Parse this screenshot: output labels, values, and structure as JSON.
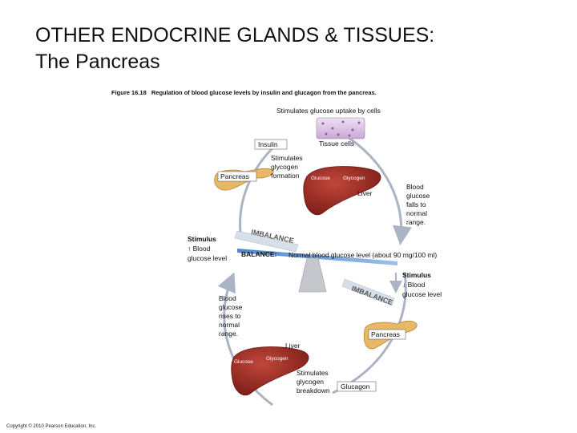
{
  "slide": {
    "title_line1": "OTHER ENDOCRINE GLANDS & TISSUES:",
    "title_line2": "The Pancreas",
    "copyright": "Copyright © 2010 Pearson Education, Inc."
  },
  "figure": {
    "caption_num": "Figure 16.18",
    "caption_text": "Regulation of blood glucose levels by insulin and glucagon from the pancreas.",
    "top_label": "Stimulates glucose uptake by cells",
    "tissue_cells": "Tissue cells",
    "insulin": "Insulin",
    "pancreas_top": "Pancreas",
    "glycogen_formation": [
      "Stimulates",
      "glycogen",
      "formation"
    ],
    "liver_top": "Liver",
    "liver_top_glucose": "Glucose",
    "liver_top_glycogen": "Glycogen",
    "falls": [
      "Blood",
      "glucose",
      "falls to",
      "normal",
      "range."
    ],
    "stimulus_up": [
      "Stimulus",
      "↑ Blood",
      "glucose level"
    ],
    "imbalance_top": "IMBALANCE",
    "balance_label": "BALANCE:",
    "balance_text": "Normal blood glucose level (about 90 mg/100 ml)",
    "stimulus_down": [
      "Stimulus",
      "↓ Blood",
      "glucose level"
    ],
    "imbalance_bottom": "IMBALANCE",
    "rises": [
      "Blood",
      "glucose",
      "rises to",
      "normal",
      "range."
    ],
    "pancreas_bottom": "Pancreas",
    "liver_bottom": "Liver",
    "liver_bottom_glucose": "Glucose",
    "liver_bottom_glycogen": "Glycogen",
    "breakdown": [
      "Stimulates",
      "glycogen",
      "breakdown"
    ],
    "glucagon": "Glucagon"
  },
  "colors": {
    "liver": "#9b2a22",
    "pancreas": "#e8b866",
    "beam": "#6f9fd8",
    "tag_fill": "#ffffff",
    "arrow": "#aab4c4"
  }
}
